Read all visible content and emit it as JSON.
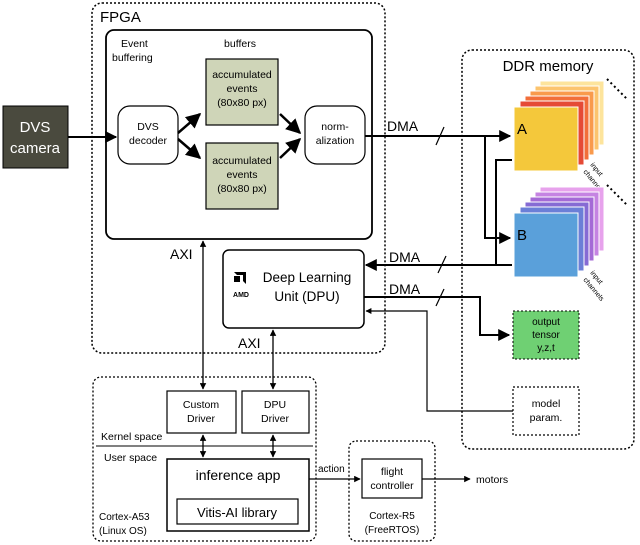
{
  "dvs_camera": {
    "line1": "DVS",
    "line2": "camera"
  },
  "fpga": {
    "title": "FPGA",
    "event_buffering": {
      "line1": "Event",
      "line2": "buffering"
    },
    "buffers_label": "buffers",
    "dvs_decoder": {
      "line1": "DVS",
      "line2": "decoder"
    },
    "buffer_a": {
      "line1": "accumulated",
      "line2": "events",
      "line3": "(80x80 px)"
    },
    "buffer_b": {
      "line1": "accumulated",
      "line2": "events",
      "line3": "(80x80 px)"
    },
    "normalization": {
      "line1": "norm-",
      "line2": "alization"
    },
    "dpu": {
      "line1": "Deep Learning",
      "line2": "Unit (DPU)",
      "logo_text": "AMD"
    }
  },
  "links": {
    "dma_1": "DMA",
    "dma_2": "DMA",
    "dma_3": "DMA",
    "axi_1": "AXI",
    "axi_2": "AXI",
    "action": "action",
    "motors": "motors"
  },
  "ddr": {
    "title": "DDR memory",
    "buffer_a_label": "A",
    "buffer_b_label": "B",
    "input_channels_a": {
      "line1": "input",
      "line2": "channels"
    },
    "input_channels_b": {
      "line1": "input",
      "line2": "channels"
    },
    "output_tensor": {
      "line1": "output",
      "line2": "tensor",
      "line3": "y,z,t"
    },
    "model_params": {
      "line1": "model",
      "line2": "param."
    }
  },
  "cortex_a53": {
    "custom_driver": {
      "line1": "Custom",
      "line2": "Driver"
    },
    "dpu_driver": {
      "line1": "DPU",
      "line2": "Driver"
    },
    "kernel_space": "Kernel space",
    "user_space": "User space",
    "inference_app": "inference app",
    "vitis_ai": "Vitis-AI library",
    "label": {
      "line1": "Cortex-A53",
      "line2": "(Linux OS)"
    }
  },
  "cortex_r5": {
    "flight_controller": {
      "line1": "flight",
      "line2": "controller"
    },
    "label": {
      "line1": "Cortex-R5",
      "line2": "(FreeRTOS)"
    }
  },
  "colors": {
    "camera_fill": "#4a4a3e",
    "buffer_fill": "#cfd5b8",
    "output_fill": "#6fd073",
    "stack_a": [
      "#fde49c",
      "#fcc46e",
      "#f99a4c",
      "#f26e3a",
      "#e54a36",
      "#d8322f"
    ],
    "stack_b": [
      "#e7a2ec",
      "#c583e2",
      "#a46ad6",
      "#866bd4",
      "#6b7fd7",
      "#5aa0da"
    ]
  }
}
